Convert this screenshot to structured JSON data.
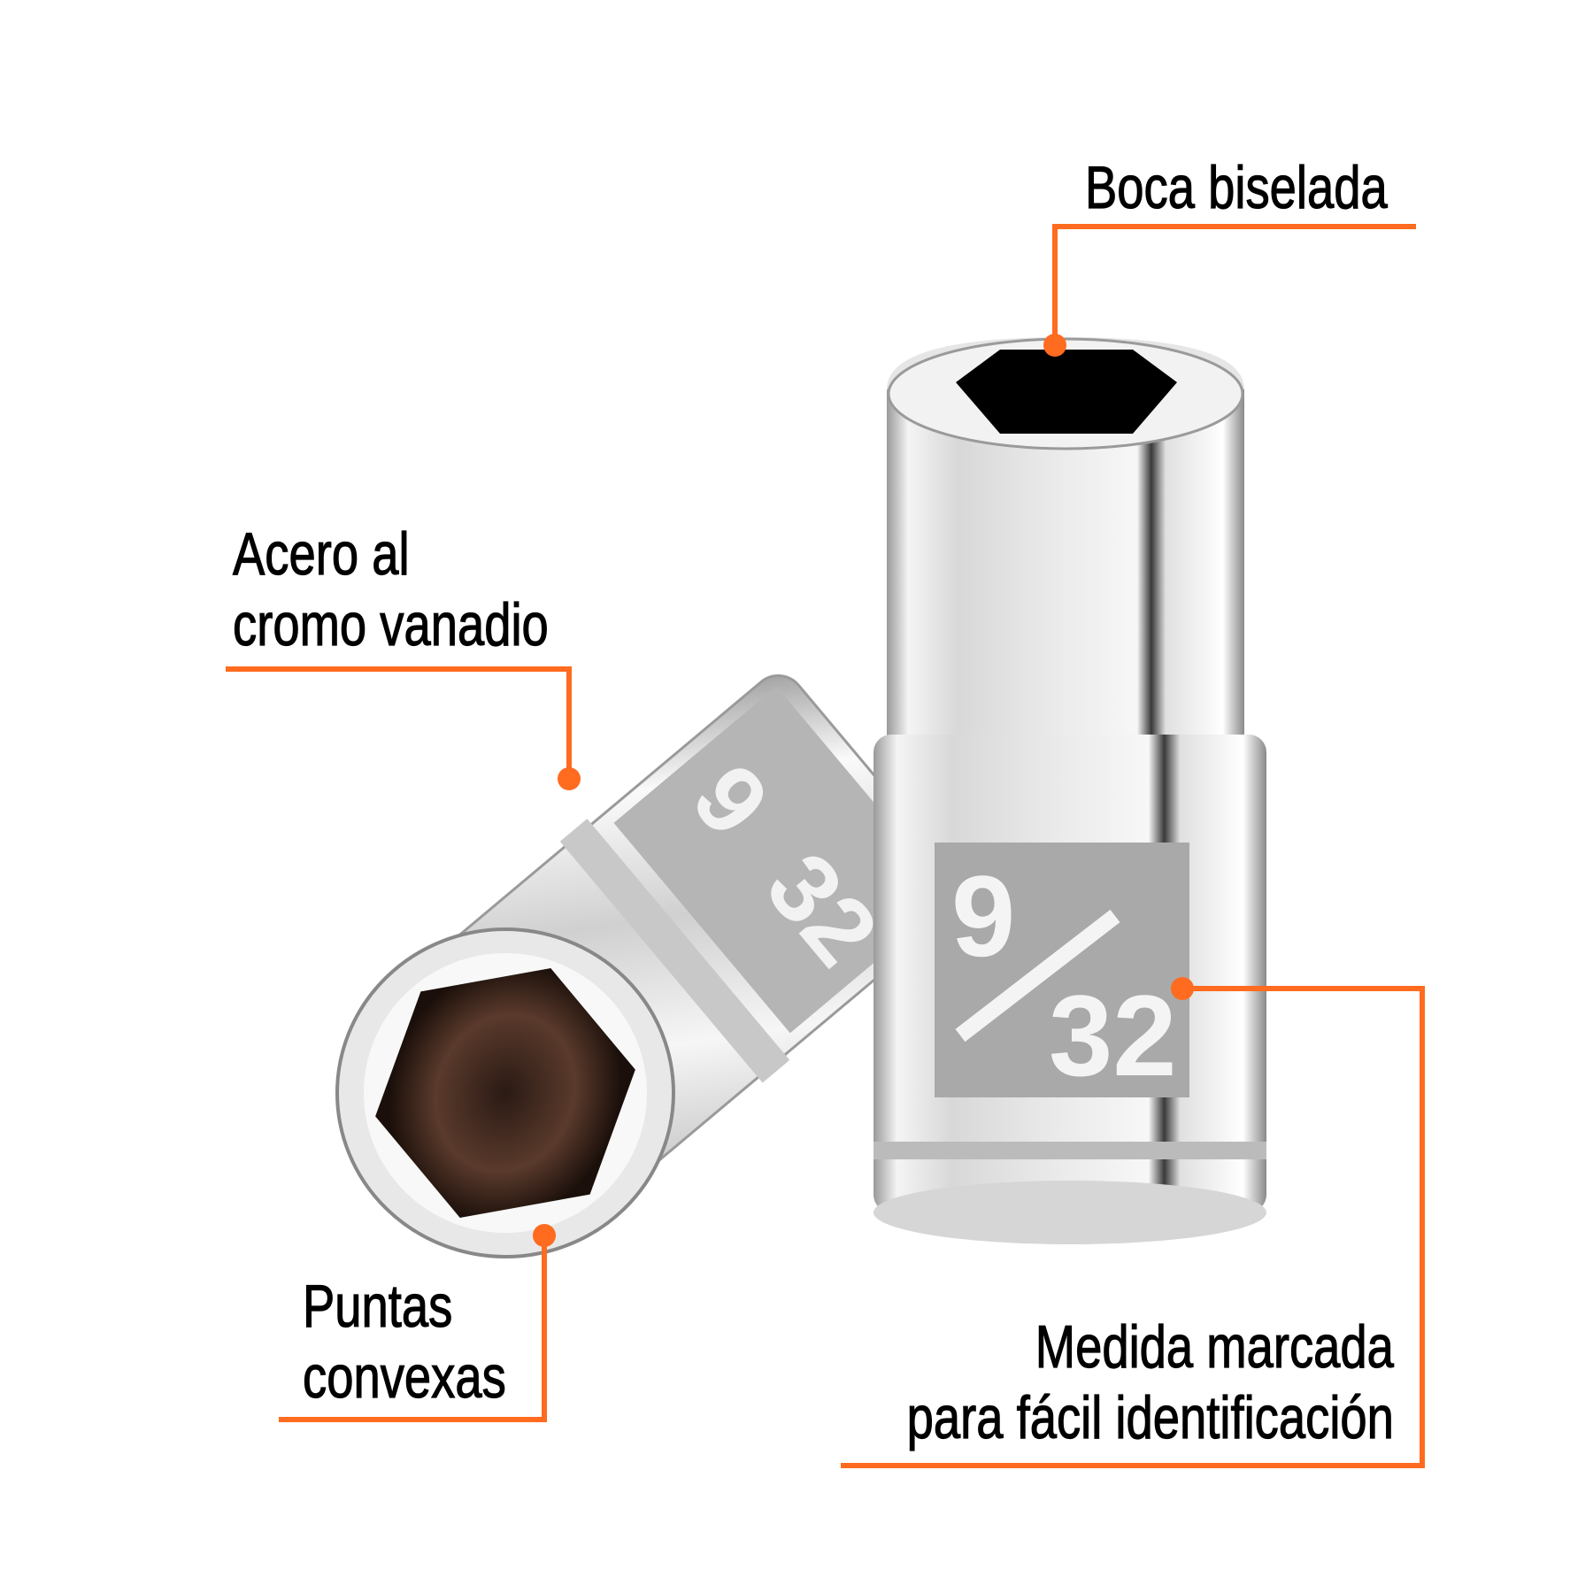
{
  "callouts": {
    "boca": {
      "text": "Boca biselada"
    },
    "acero": {
      "line1": "Acero al",
      "line2": "cromo vanadio"
    },
    "puntas": {
      "line1": "Puntas",
      "line2": "convexas"
    },
    "medida": {
      "line1": "Medida marcada",
      "line2": "para fácil identificación"
    }
  },
  "product": {
    "size_marking": {
      "numerator": "9",
      "denominator": "32"
    }
  },
  "colors": {
    "accent": "#FF6B1F",
    "text": "#000000",
    "background": "#FFFFFF"
  }
}
